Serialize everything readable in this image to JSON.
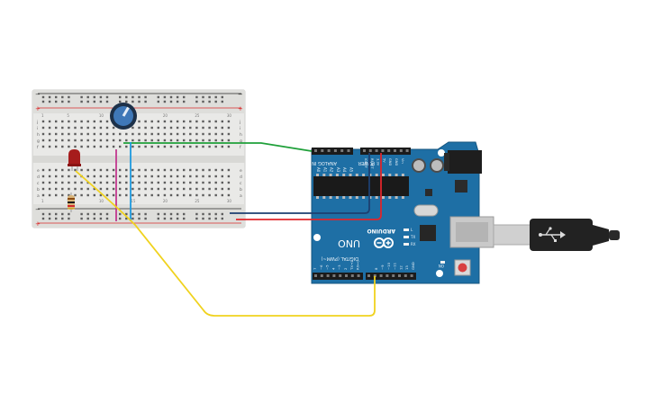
{
  "arduino": {
    "brand": "ARDUINO",
    "model": "UNO",
    "analog_header_label": "ANALOG IN",
    "power_header_label": "POWER",
    "digital_header_label": "DIGITAL (PWM~)",
    "analog_pins": [
      "A0",
      "A1",
      "A2",
      "A3",
      "A4",
      "A5"
    ],
    "power_pins": [
      "IOREF",
      "RESET",
      "3.3V",
      "5V",
      "GND",
      "GND",
      "Vin"
    ],
    "digital_pins_right": [
      "GND",
      "13",
      "12",
      "~11",
      "~10",
      "~9",
      "8"
    ],
    "digital_pins_left": [
      "7",
      "~6",
      "~5",
      "4",
      "~3",
      "2",
      "TX→1",
      "RX←0"
    ],
    "led_labels": [
      "L",
      "TX",
      "RX"
    ],
    "on_label": "ON",
    "aref_label": "AREF",
    "icsp_label": "ICSP"
  },
  "breadboard": {
    "row_letters_top": [
      "j",
      "i",
      "h",
      "g",
      "f"
    ],
    "row_letters_bottom": [
      "e",
      "d",
      "c",
      "b",
      "a"
    ],
    "column_numbers": [
      "1",
      "5",
      "10",
      "15",
      "20",
      "25",
      "30"
    ]
  },
  "wire_colors": {
    "green": "#1fa03a",
    "yellow": "#f0d21e",
    "magenta": "#c2388e",
    "cyan": "#1e9adf",
    "red": "#e0262b",
    "navy": "#1d3f70",
    "board": "#1e6fa5"
  },
  "icons": {
    "potentiometer": "potentiometer-icon",
    "led": "red-led-icon",
    "resistor": "resistor-icon",
    "usb": "usb-icon"
  }
}
